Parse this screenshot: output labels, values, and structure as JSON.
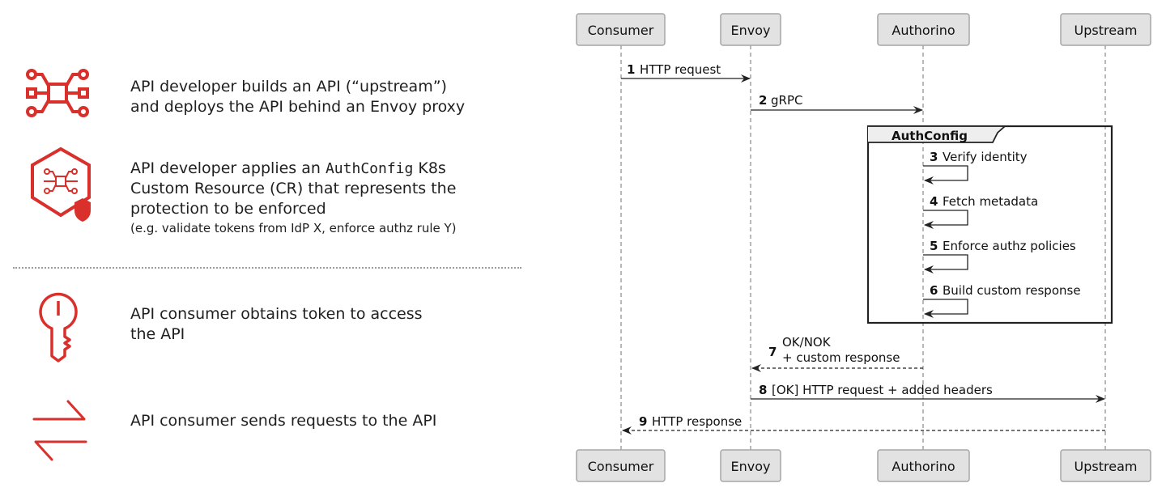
{
  "colors": {
    "accent": "#d9302c",
    "participant_fill": "#e2e2e2",
    "participant_border": "#a6a6a6"
  },
  "steps": [
    {
      "icon": "api-network-icon",
      "lines": [
        "API developer builds an API (“upstream”)",
        "and deploys the API behind an Envoy proxy"
      ]
    },
    {
      "icon": "shield-config-icon",
      "line1_prefix": "API developer applies an ",
      "line1_mono": "AuthConfig",
      "line1_suffix": " K8s",
      "lines": [
        "Custom Resource (CR) that represents the",
        "protection to be enforced"
      ],
      "note": "(e.g. validate tokens from IdP X, enforce authz rule Y)"
    },
    {
      "icon": "key-icon",
      "lines": [
        "API consumer obtains token to access",
        "the API"
      ]
    },
    {
      "icon": "exchange-arrows-icon",
      "lines": [
        "API consumer sends requests to the API"
      ]
    }
  ],
  "diagram": {
    "participants": [
      "Consumer",
      "Envoy",
      "Authorino",
      "Upstream"
    ],
    "group_label": "AuthConfig",
    "messages": [
      {
        "num": "1",
        "text": "HTTP request"
      },
      {
        "num": "2",
        "text": "gRPC"
      },
      {
        "num": "3",
        "text": "Verify identity"
      },
      {
        "num": "4",
        "text": "Fetch metadata"
      },
      {
        "num": "5",
        "text": "Enforce authz policies"
      },
      {
        "num": "6",
        "text": "Build custom response"
      },
      {
        "num": "7",
        "text_line1": "OK/NOK",
        "text_line2": "+ custom response"
      },
      {
        "num": "8",
        "text": "[OK] HTTP request + added headers"
      },
      {
        "num": "9",
        "text": "HTTP response"
      }
    ]
  }
}
